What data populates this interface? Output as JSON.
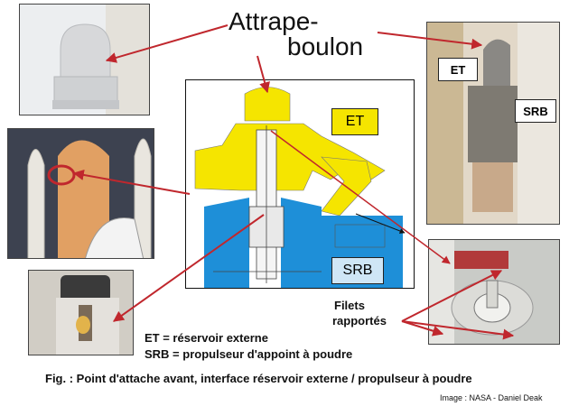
{
  "header": {
    "title_line1": "Attrape-",
    "title_line2": "boulon"
  },
  "diagram": {
    "et_label": "ET",
    "srb_label": "SRB"
  },
  "photo_right_top": {
    "et_label": "ET",
    "srb_label": "SRB"
  },
  "annotation": {
    "filets_line1": "Filets",
    "filets_line2": "rapportés"
  },
  "legend": {
    "line1": "ET = réservoir externe",
    "line2": "SRB = propulseur d'appoint à poudre"
  },
  "caption": "Fig. : Point d'attache avant, interface réservoir externe / propulseur à poudre",
  "credit": "Image : NASA - Daniel Deak",
  "colors": {
    "arrow": "#c0272d",
    "et_yellow": "#f5e500",
    "srb_blue": "#1e8fd8"
  }
}
